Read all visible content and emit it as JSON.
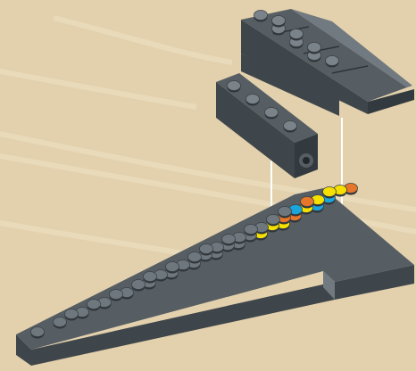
{
  "scene": {
    "background_color": "#e3d1ad",
    "grain_color": "#efe2c6",
    "brick_dark": "#3f464b",
    "brick_mid": "#565e64",
    "brick_light": "#717a80",
    "stud_top": "#7a8389",
    "connector_line_color": "#ffffff"
  },
  "wedge_plate": {
    "stud_colors": {
      "gray": "#6e777d",
      "yellow": "#f5e000",
      "blue": "#1aa6dd",
      "orange": "#e8762a"
    },
    "colored_studs": [
      "yellow",
      "yellow",
      "yellow",
      "orange",
      "blue",
      "orange",
      "yellow",
      "blue",
      "orange",
      "blue",
      "yellow",
      "yellow",
      "orange",
      "yellow",
      "blue",
      "yellow",
      "yellow",
      "orange",
      "yellow",
      "yellow"
    ]
  }
}
